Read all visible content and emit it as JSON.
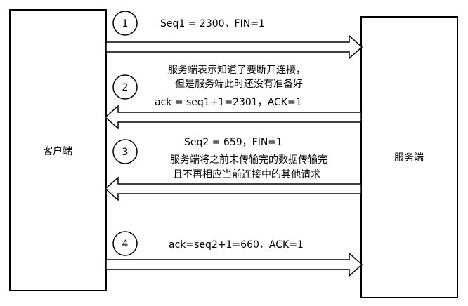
{
  "client": {
    "label": "客户端"
  },
  "server": {
    "label": "服务端"
  },
  "steps": [
    {
      "number": "1",
      "direction": "right",
      "lines": [
        "Seq1 = 2300，FIN=1"
      ]
    },
    {
      "number": "2",
      "direction": "left",
      "lines": [
        "服务端表示知道了要断开连接，",
        "但是服务端此时还没有准备好",
        "ack = seq1+1=2301，ACK=1"
      ]
    },
    {
      "number": "3",
      "direction": "left",
      "lines": [
        "Seq2 = 659，FIN=1",
        "服务端将之前未传输完的数据传输完",
        "且不再相应当前连接中的其他请求"
      ]
    },
    {
      "number": "4",
      "direction": "right",
      "lines": [
        "ack=seq2+1=660，ACK=1"
      ]
    }
  ],
  "colors": {
    "stroke": "#000000",
    "background": "#ffffff"
  }
}
